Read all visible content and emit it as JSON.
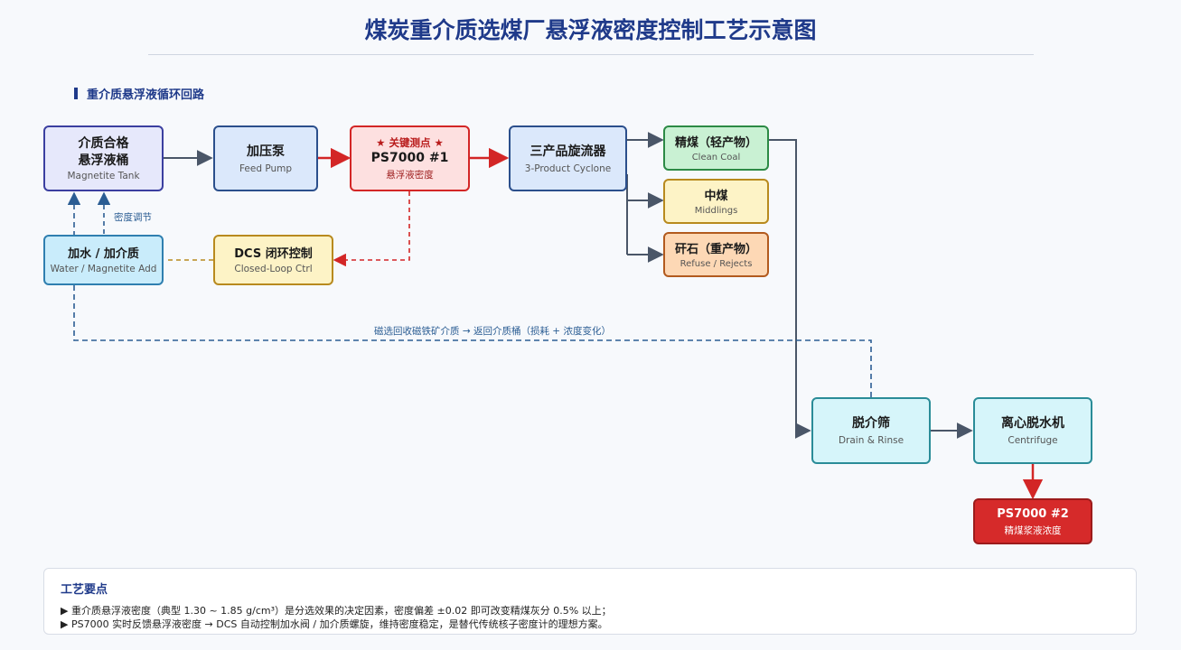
{
  "title": "煤炭重介质选煤厂悬浮液密度控制工艺示意图",
  "section_label": "重介质悬浮液循环回路",
  "colors": {
    "accent_blue": "#1f3a8a",
    "critical_red": "#d62a2a",
    "dashed_blue": "#2b5d93"
  },
  "nodes": {
    "tank": {
      "title_line1": "介质合格",
      "title_line2": "悬浮液桶",
      "subtitle": "Magnetite Tank"
    },
    "pump": {
      "title": "加压泵",
      "subtitle": "Feed Pump"
    },
    "ps1": {
      "tag": "★ 关键测点 ★",
      "title": "PS7000 #1",
      "subtitle": "悬浮液密度"
    },
    "cyclone": {
      "title": "三产品旋流器",
      "subtitle": "3-Product Cyclone"
    },
    "clean": {
      "title": "精煤（轻产物）",
      "subtitle": "Clean Coal"
    },
    "middlings": {
      "title": "中煤",
      "subtitle": "Middlings"
    },
    "refuse": {
      "title": "矸石（重产物）",
      "subtitle": "Refuse / Rejects"
    },
    "add": {
      "title": "加水 / 加介质",
      "subtitle": "Water / Magnetite Add"
    },
    "dcs": {
      "title": "DCS 闭环控制",
      "subtitle": "Closed-Loop Ctrl"
    },
    "drain": {
      "title": "脱介筛",
      "subtitle": "Drain & Rinse"
    },
    "centrifuge": {
      "title": "离心脱水机",
      "subtitle": "Centrifuge"
    },
    "ps2": {
      "title": "PS7000 #2",
      "subtitle": "精煤浆液浓度"
    }
  },
  "labels": {
    "density_adjust": "密度调节",
    "return_loop": "磁选回收磁铁矿介质 → 返回介质桶（损耗 + 浓度变化）"
  },
  "notes": {
    "title": "工艺要点",
    "line1": "▶ 重介质悬浮液密度（典型 1.30 ~ 1.85 g/cm³）是分选效果的决定因素，密度偏差 ±0.02 即可改变精煤灰分 0.5% 以上；",
    "line2": "▶ PS7000 实时反馈悬浮液密度 → DCS 自动控制加水阀 / 加介质螺旋，维持密度稳定，是替代传统核子密度计的理想方案。"
  }
}
